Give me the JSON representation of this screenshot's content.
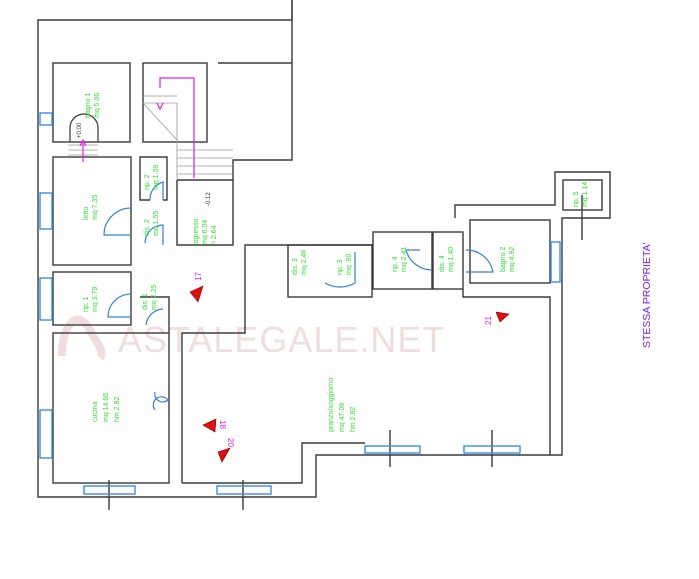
{
  "watermark": "ASTALEGALE.NET",
  "note": "STESSA PROPRIETA'",
  "levels": {
    "bagno1": "+0.00",
    "ingresso": "-0.12"
  },
  "rooms": {
    "bagno1": [
      "bagno 1",
      "mq 5.06"
    ],
    "letto": [
      "letto",
      "mq 7.35"
    ],
    "rip2": [
      "rip. 2",
      "mq 1.08"
    ],
    "dis2": [
      "dis. 2",
      "mq 1.55"
    ],
    "ingresso": [
      "ingresso",
      "mq 6.04",
      "h 2.64"
    ],
    "rip1": [
      "rip. 1",
      "mq 3.79"
    ],
    "dis1": [
      "dis. 1",
      "mq 2.25"
    ],
    "cucina": [
      "cucina",
      "mq 14.66",
      "hm 2.82"
    ],
    "soggiorno": [
      "pranzo/soggiorno",
      "mq 47.08",
      "hm 2.82"
    ],
    "dis3": [
      "dis. 3",
      "mq 2.46"
    ],
    "rip3": [
      "rip. 3",
      "mq .90"
    ],
    "rip4": [
      "rip. 4",
      "mq 2.41"
    ],
    "dis4": [
      "dis. 4",
      "mq 1.40"
    ],
    "bagno2": [
      "bagno 2",
      "mq 4.92"
    ],
    "rip5": [
      "rip. 5",
      "mq 1.14"
    ]
  },
  "photo_points": [
    "17",
    "18",
    "20",
    "21"
  ]
}
